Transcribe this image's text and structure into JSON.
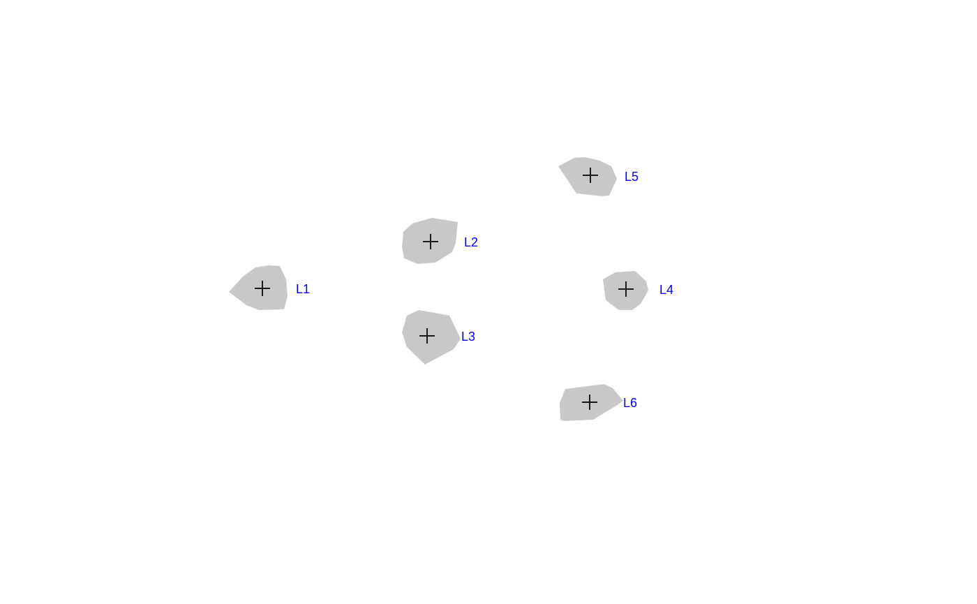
{
  "colors": {
    "region_fill": "#c8c8c8",
    "marker_stroke": "#1a1a1a",
    "label_text": "#0000ee",
    "background": "#ffffff"
  },
  "marker_icon": "plus-crosshair-icon",
  "nodes": [
    {
      "id": "L1",
      "label": "L1"
    },
    {
      "id": "L2",
      "label": "L2"
    },
    {
      "id": "L3",
      "label": "L3"
    },
    {
      "id": "L4",
      "label": "L4"
    },
    {
      "id": "L5",
      "label": "L5"
    },
    {
      "id": "L6",
      "label": "L6"
    }
  ]
}
